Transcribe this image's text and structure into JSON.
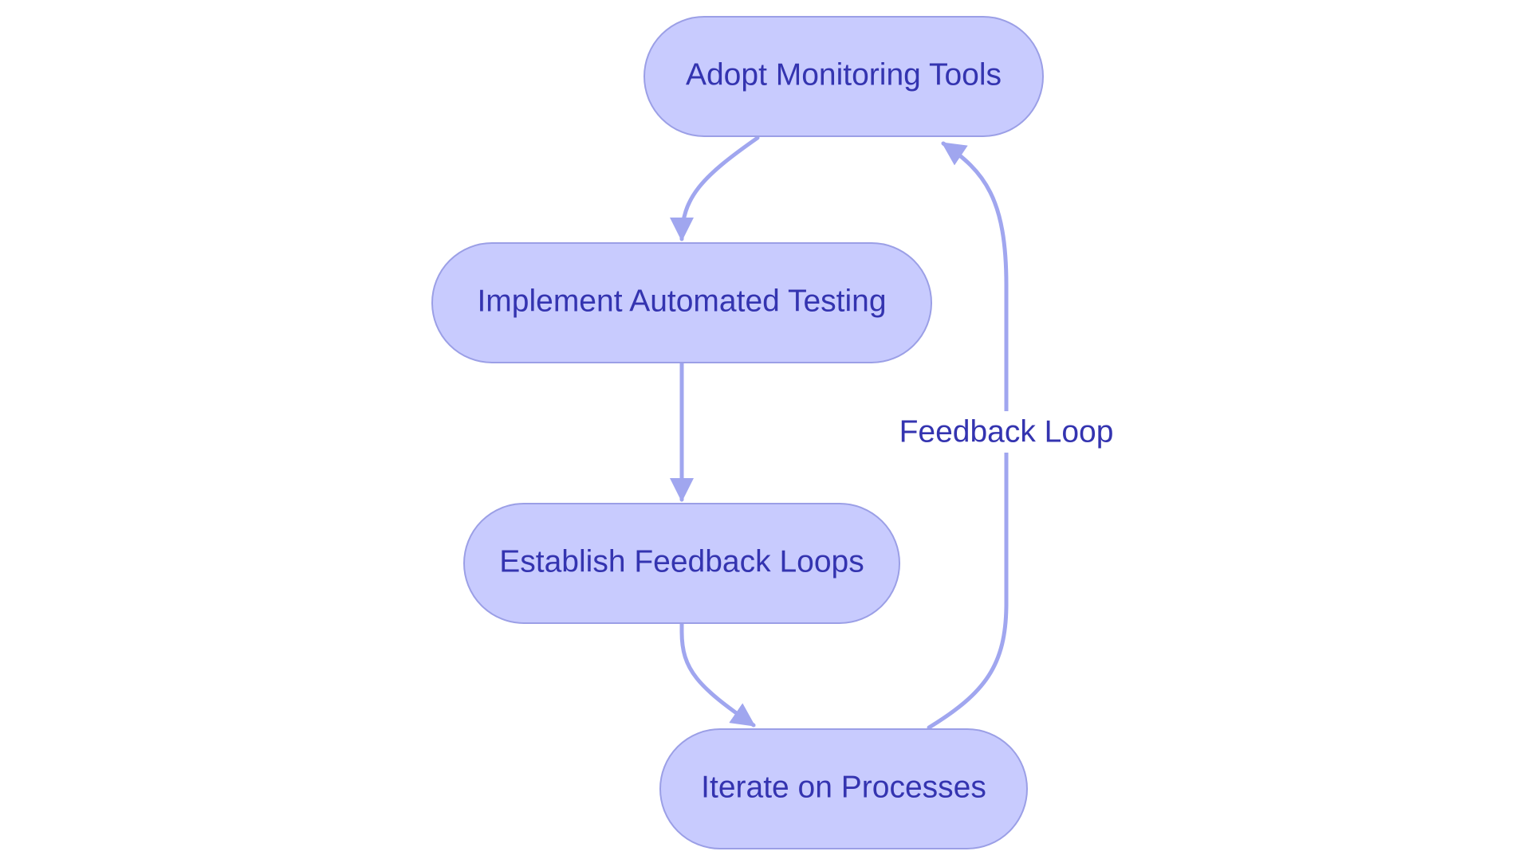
{
  "colors": {
    "node_fill": "#c8cbfe",
    "node_stroke": "#9b9fe6",
    "edge": "#a0a6ef",
    "text": "#3434b0",
    "background": "#ffffff"
  },
  "nodes": [
    {
      "id": "adopt",
      "label": "Adopt Monitoring Tools"
    },
    {
      "id": "implement",
      "label": "Implement Automated Testing"
    },
    {
      "id": "establish",
      "label": "Establish Feedback Loops"
    },
    {
      "id": "iterate",
      "label": "Iterate on Processes"
    }
  ],
  "edges": [
    {
      "from": "adopt",
      "to": "implement",
      "label": ""
    },
    {
      "from": "implement",
      "to": "establish",
      "label": ""
    },
    {
      "from": "establish",
      "to": "iterate",
      "label": ""
    },
    {
      "from": "iterate",
      "to": "adopt",
      "label": "Feedback Loop"
    }
  ]
}
